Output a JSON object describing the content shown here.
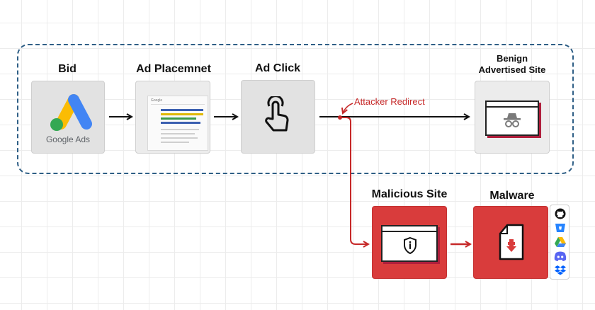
{
  "labels": {
    "bid": "Bid",
    "ad_placement": "Ad Placemnet",
    "ad_click": "Ad Click",
    "benign": "Benign\nAdvertised Site",
    "malicious": "Malicious Site",
    "malware": "Malware"
  },
  "google_ads_text": "Google Ads",
  "mini_google_text": "Google",
  "annotation": "Attacker Redirect",
  "colors": {
    "dashed_border": "#2f5f86",
    "red_box": "#d93c3c",
    "arrow_red": "#c62828",
    "arrow_dark": "#111111"
  },
  "icons": {
    "bid": "google-ads-logo",
    "ad_click": "tap-hand-icon",
    "benign": "incognito-spy-icon",
    "malicious": "shield-alert-icon",
    "malware": "file-download-icon",
    "hosting": [
      "github-icon",
      "bitbucket-icon",
      "google-drive-icon",
      "discord-icon",
      "dropbox-icon"
    ]
  }
}
